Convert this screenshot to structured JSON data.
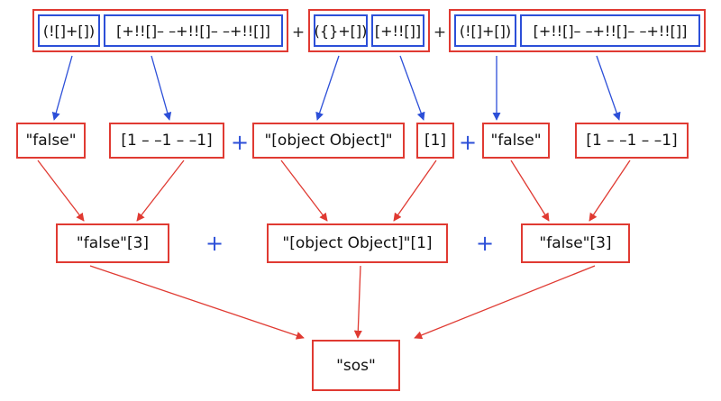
{
  "row1": {
    "group_a": {
      "left": "(![]+[])",
      "right": "[+!![]– –+!![]– –+!![]]"
    },
    "plus_ab": "+",
    "group_b": {
      "left": "({}+[])",
      "right": "[+!![]]"
    },
    "plus_bc": "+",
    "group_c": {
      "left": "(![]+[])",
      "right": "[+!![]– –+!![]– –+!![]]"
    }
  },
  "row2": {
    "false_a": "\"false\"",
    "index_a": "[1 – –1 – –1]",
    "plus_1": "+",
    "object_str": "\"[object Object]\"",
    "index_b": "[1]",
    "plus_2": "+",
    "false_c": "\"false\"",
    "index_c": "[1 – –1 – –1]"
  },
  "row3": {
    "expr_a": "\"false\"[3]",
    "plus_1": "+",
    "expr_b": "\"[object Object]\"[1]",
    "plus_2": "+",
    "expr_c": "\"false\"[3]"
  },
  "result": "\"sos\"",
  "colors": {
    "red": "#e03a32",
    "blue": "#2c4fd8",
    "text": "#111111"
  }
}
